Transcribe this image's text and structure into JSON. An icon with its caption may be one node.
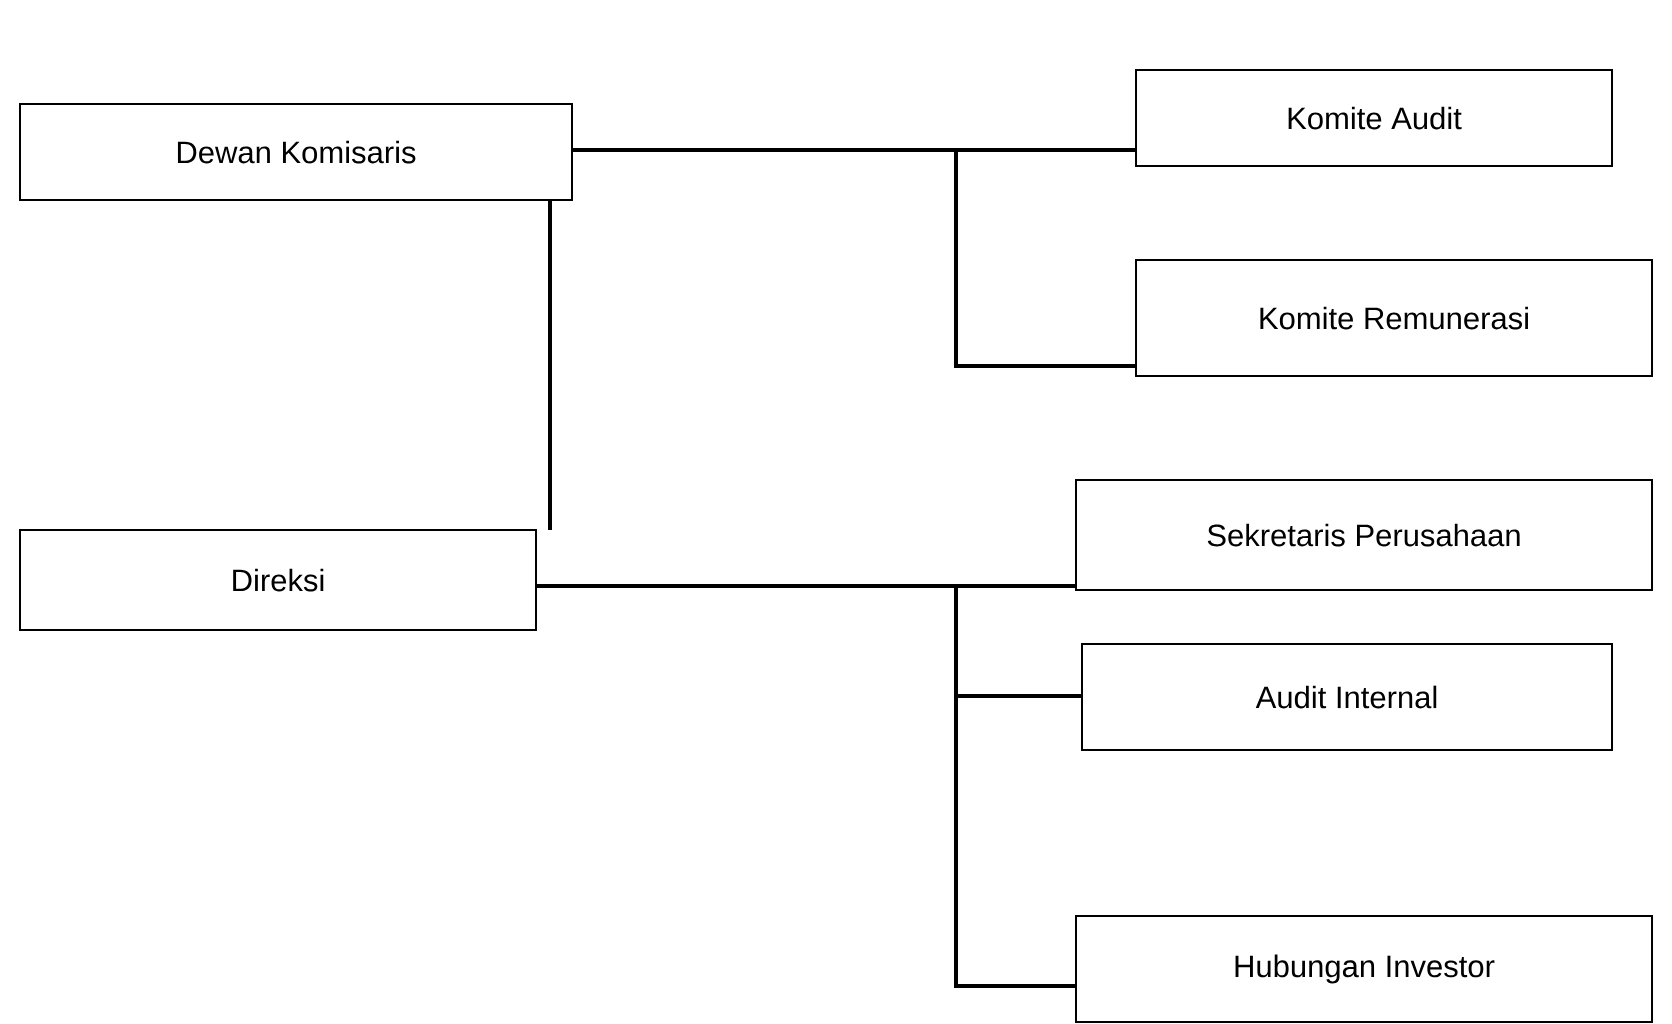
{
  "diagram": {
    "nodes": [
      {
        "text": [
          "Dewan Komisaris"
        ]
      },
      {
        "text": [
          "Komite Audit"
        ]
      },
      {
        "text": [
          "Komite Remunerasi"
        ]
      },
      {
        "text": [
          "Direksi"
        ]
      },
      {
        "text": [
          "Sekretaris Perusahaan"
        ]
      },
      {
        "text": [
          "Audit Internal"
        ]
      },
      {
        "text": [
          "Hubungan Investor"
        ]
      }
    ],
    "edges": [
      {
        "from": 0,
        "to": 1,
        "arrow": "none"
      },
      {
        "from": 0,
        "to": 2,
        "arrow": "none"
      },
      {
        "from": 0,
        "to": 3,
        "arrow": "none"
      },
      {
        "from": 3,
        "to": 4,
        "arrow": "none"
      },
      {
        "from": 3,
        "to": 5,
        "arrow": "none"
      },
      {
        "from": 3,
        "to": 6,
        "arrow": "none"
      }
    ]
  }
}
